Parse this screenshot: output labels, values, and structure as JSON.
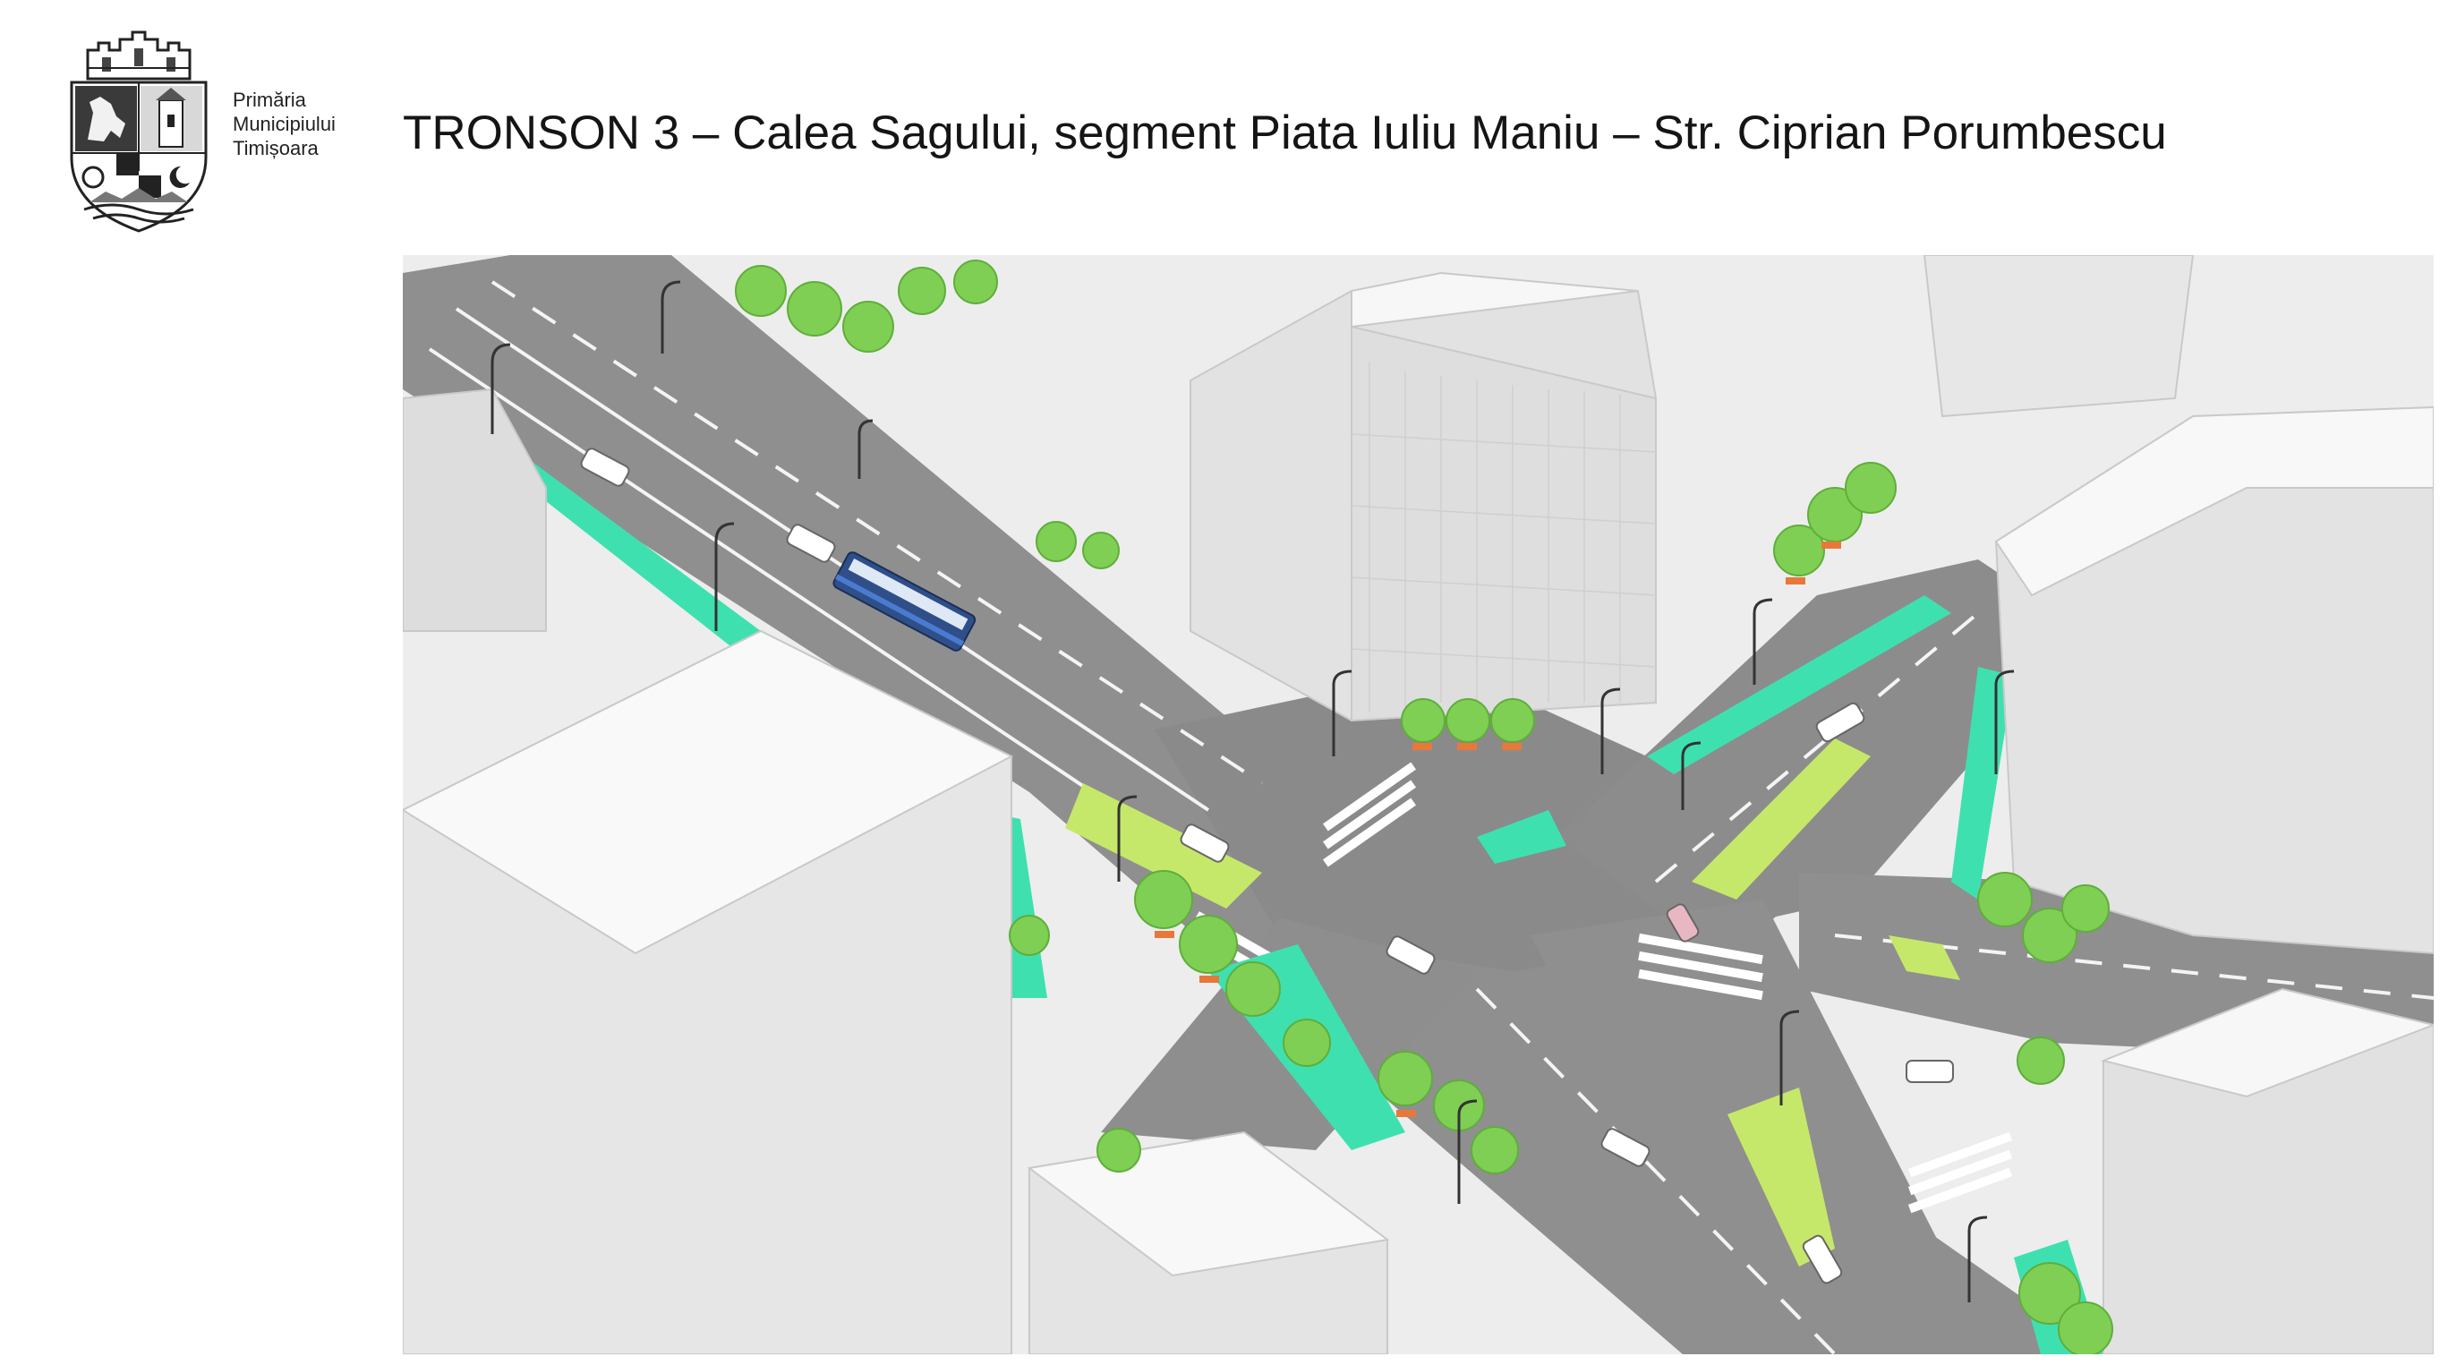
{
  "header": {
    "organization_lines": [
      "Primăria",
      "Municipiului",
      "Timișoara"
    ],
    "title": "TRONSON 3 – Calea Sagului, segment Piata Iuliu Maniu – Str. Ciprian Porumbescu"
  },
  "crest": {
    "icon": "coat-of-arms-icon"
  },
  "illustration": {
    "icon": "intersection-render-illustration"
  },
  "colors": {
    "background": "#ffffff",
    "road": "#8f8f8f",
    "building": "#e4e4e4",
    "bike_lane": "#3fe0b0",
    "tree": "#7fcf54",
    "planter": "#e8783a"
  }
}
